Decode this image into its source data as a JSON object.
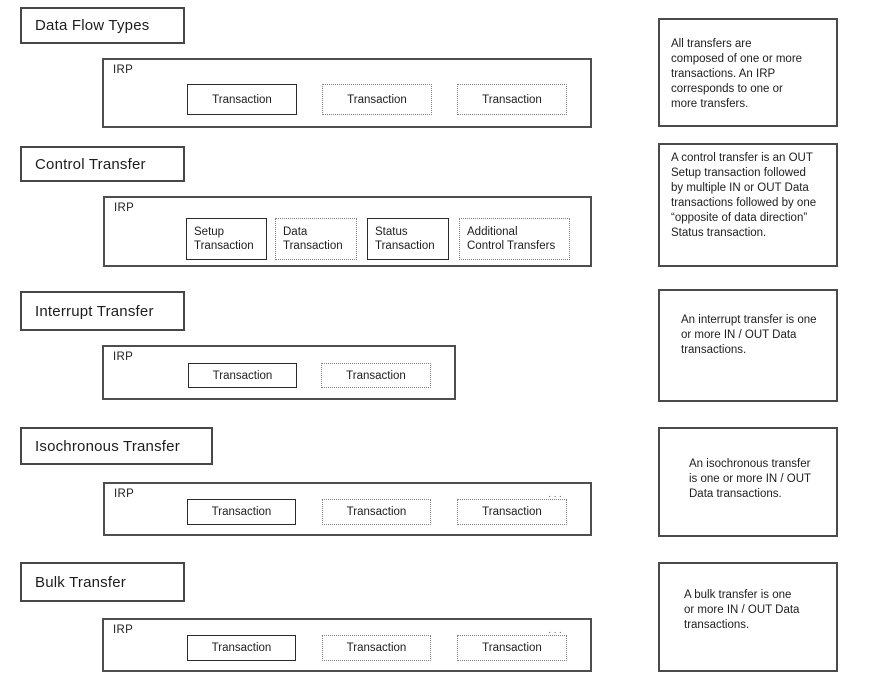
{
  "sections": [
    {
      "id": "data-flow-types",
      "title": "Data Flow Types",
      "irp_label": "IRP",
      "transactions": [
        {
          "label": "Transaction",
          "style": "solid"
        },
        {
          "label": "Transaction",
          "style": "dotted"
        },
        {
          "label": "Transaction",
          "style": "dotted"
        }
      ],
      "note": "All transfers are\ncomposed of one or more\ntransactions. An IRP\ncorresponds to one or\nmore transfers."
    },
    {
      "id": "control-transfer",
      "title": "Control Transfer",
      "irp_label": "IRP",
      "transactions": [
        {
          "label": "Setup\nTransaction",
          "style": "solid"
        },
        {
          "label": "Data\nTransaction",
          "style": "dotted"
        },
        {
          "label": "Status\nTransaction",
          "style": "solid"
        },
        {
          "label": "Additional\nControl Transfers",
          "style": "dotted"
        }
      ],
      "note": "A control transfer is an OUT\nSetup transaction followed\nby multiple IN or OUT Data\ntransactions followed by one\n“opposite of data direction”\nStatus transaction."
    },
    {
      "id": "interrupt-transfer",
      "title": "Interrupt Transfer",
      "irp_label": "IRP",
      "transactions": [
        {
          "label": "Transaction",
          "style": "solid"
        },
        {
          "label": "Transaction",
          "style": "dotted"
        }
      ],
      "note": "An interrupt transfer is one\nor more IN / OUT Data\ntransactions."
    },
    {
      "id": "isochronous-transfer",
      "title": "Isochronous Transfer",
      "irp_label": "IRP",
      "more_marker": "···",
      "transactions": [
        {
          "label": "Transaction",
          "style": "solid"
        },
        {
          "label": "Transaction",
          "style": "dotted"
        },
        {
          "label": "Transaction",
          "style": "dotted"
        }
      ],
      "note": "An isochronous transfer\nis one or more IN / OUT\nData transactions."
    },
    {
      "id": "bulk-transfer",
      "title": "Bulk Transfer",
      "irp_label": "IRP",
      "more_marker": "···",
      "transactions": [
        {
          "label": "Transaction",
          "style": "solid"
        },
        {
          "label": "Transaction",
          "style": "dotted"
        },
        {
          "label": "Transaction",
          "style": "dotted"
        }
      ],
      "note": "A  bulk transfer is one\nor more IN / OUT Data\ntransactions."
    }
  ],
  "colors": {
    "background": "#ffffff",
    "box_border": "#4a4a4a",
    "solid_transaction_border": "#2b2b2b",
    "dotted_transaction_border": "#828282",
    "text": "#1d1d1d"
  }
}
